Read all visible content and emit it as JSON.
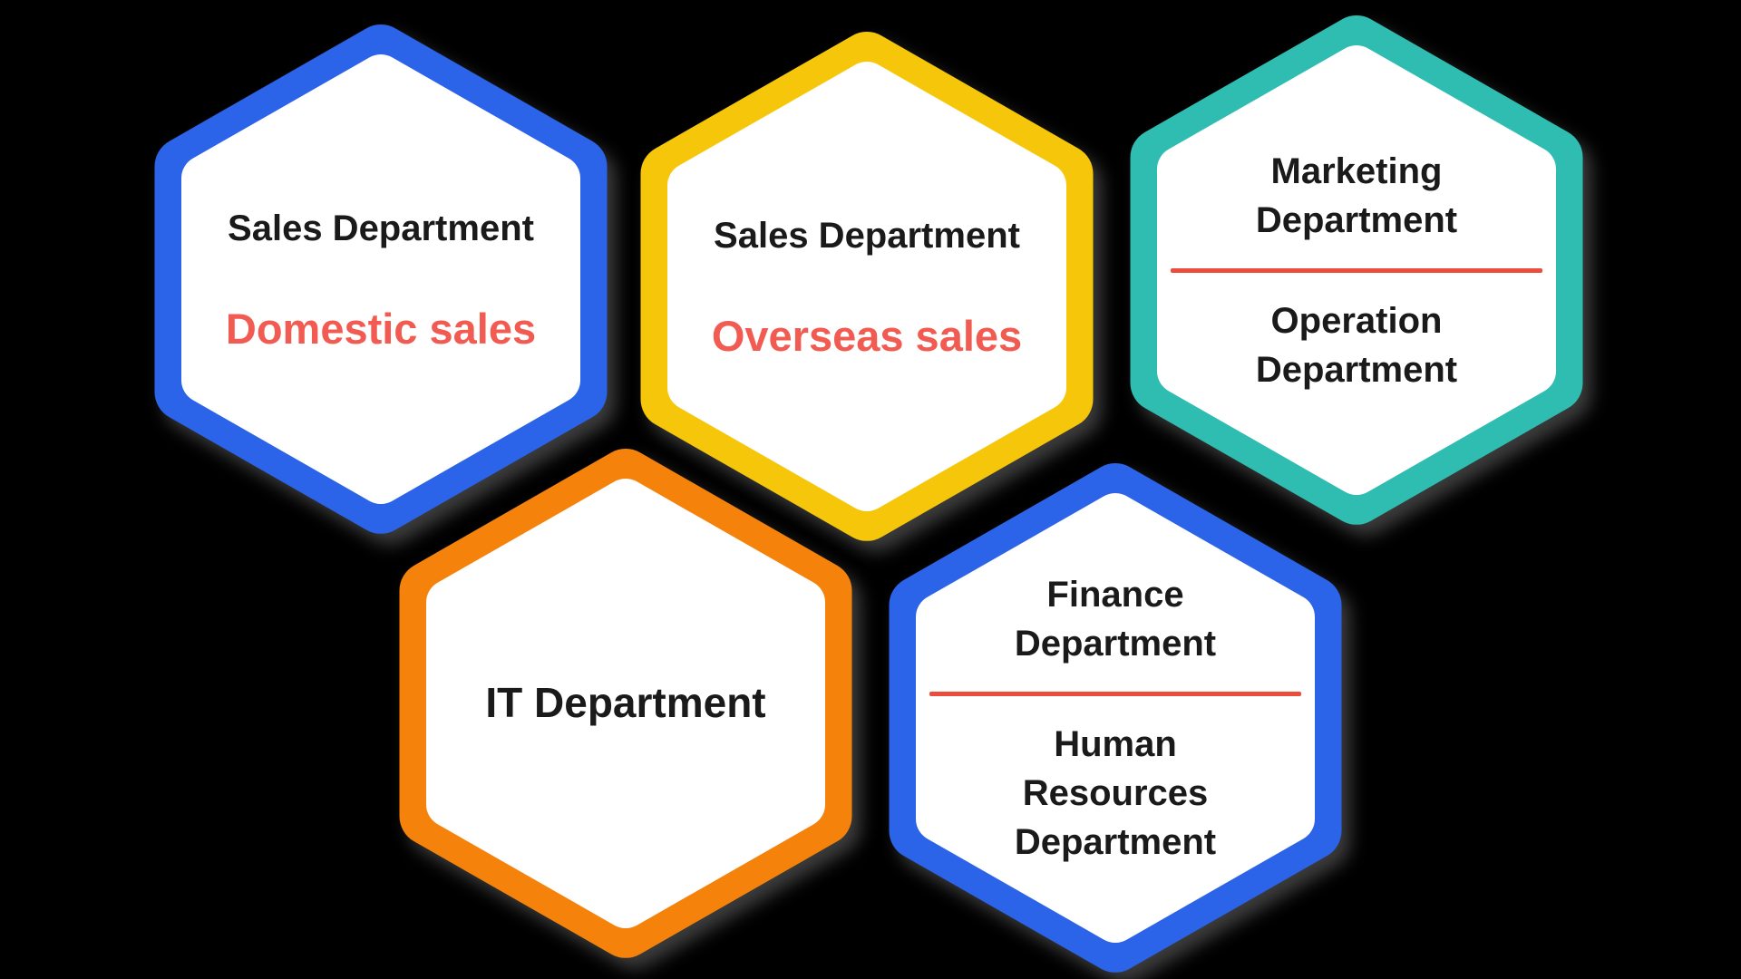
{
  "diagram": {
    "background": "#000000",
    "title": "Department honeycomb diagram"
  },
  "hexagons": [
    {
      "name": "sales-domestic",
      "border_color": "#2B63E9",
      "fill_color": "#FFFFFF",
      "title": "Sales Department",
      "subtitle": "Domestic sales",
      "title_color": "#1A1A1A",
      "subtitle_color": "#F15B51"
    },
    {
      "name": "sales-overseas",
      "border_color": "#F5C60A",
      "fill_color": "#FFFFFF",
      "title": "Sales Department",
      "subtitle": "Overseas sales",
      "title_color": "#1A1A1A",
      "subtitle_color": "#F15B51"
    },
    {
      "name": "marketing-operation",
      "border_color": "#2FBDB1",
      "fill_color": "#FFFFFF",
      "top_label": "Marketing Department",
      "bottom_label": "Operation Department",
      "text_color": "#1A1A1A",
      "divider_color": "#EC4C3C"
    },
    {
      "name": "it-department",
      "border_color": "#F5830B",
      "fill_color": "#FFFFFF",
      "title": "IT Department",
      "title_color": "#1A1A1A"
    },
    {
      "name": "finance-hr",
      "border_color": "#2B63E9",
      "fill_color": "#FFFFFF",
      "top_label": "Finance Department",
      "bottom_label": "Human Resources Department",
      "text_color": "#1A1A1A",
      "divider_color": "#EC4C3C"
    }
  ]
}
